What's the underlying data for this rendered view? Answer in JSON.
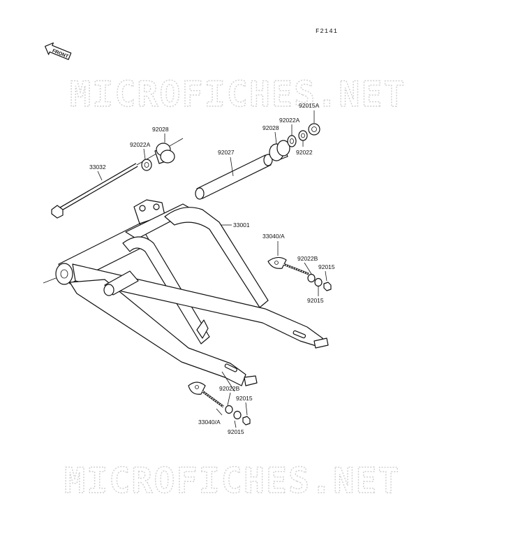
{
  "diagram_code": "F2141",
  "front_label": "FRONT",
  "watermark_top": "MICROFICHES.NET",
  "watermark_bottom": "MICROFICHES.NET",
  "callouts": [
    {
      "id": "92015A_top",
      "text": "92015A"
    },
    {
      "id": "92022A_top_r",
      "text": "92022A"
    },
    {
      "id": "92028_r",
      "text": "92028"
    },
    {
      "id": "92022_r",
      "text": "92022"
    },
    {
      "id": "92028_l",
      "text": "92028"
    },
    {
      "id": "92022A_l",
      "text": "92022A"
    },
    {
      "id": "92027",
      "text": "92027"
    },
    {
      "id": "33032",
      "text": "33032"
    },
    {
      "id": "33001",
      "text": "33001"
    },
    {
      "id": "33040A_r",
      "text": "33040/A"
    },
    {
      "id": "92022B_r",
      "text": "92022B"
    },
    {
      "id": "92015_r1",
      "text": "92015"
    },
    {
      "id": "92015_r2",
      "text": "92015"
    },
    {
      "id": "92022B_b",
      "text": "92022B"
    },
    {
      "id": "92015_b1",
      "text": "92015"
    },
    {
      "id": "33040A_b",
      "text": "33040/A"
    },
    {
      "id": "92015_b2",
      "text": "92015"
    }
  ]
}
